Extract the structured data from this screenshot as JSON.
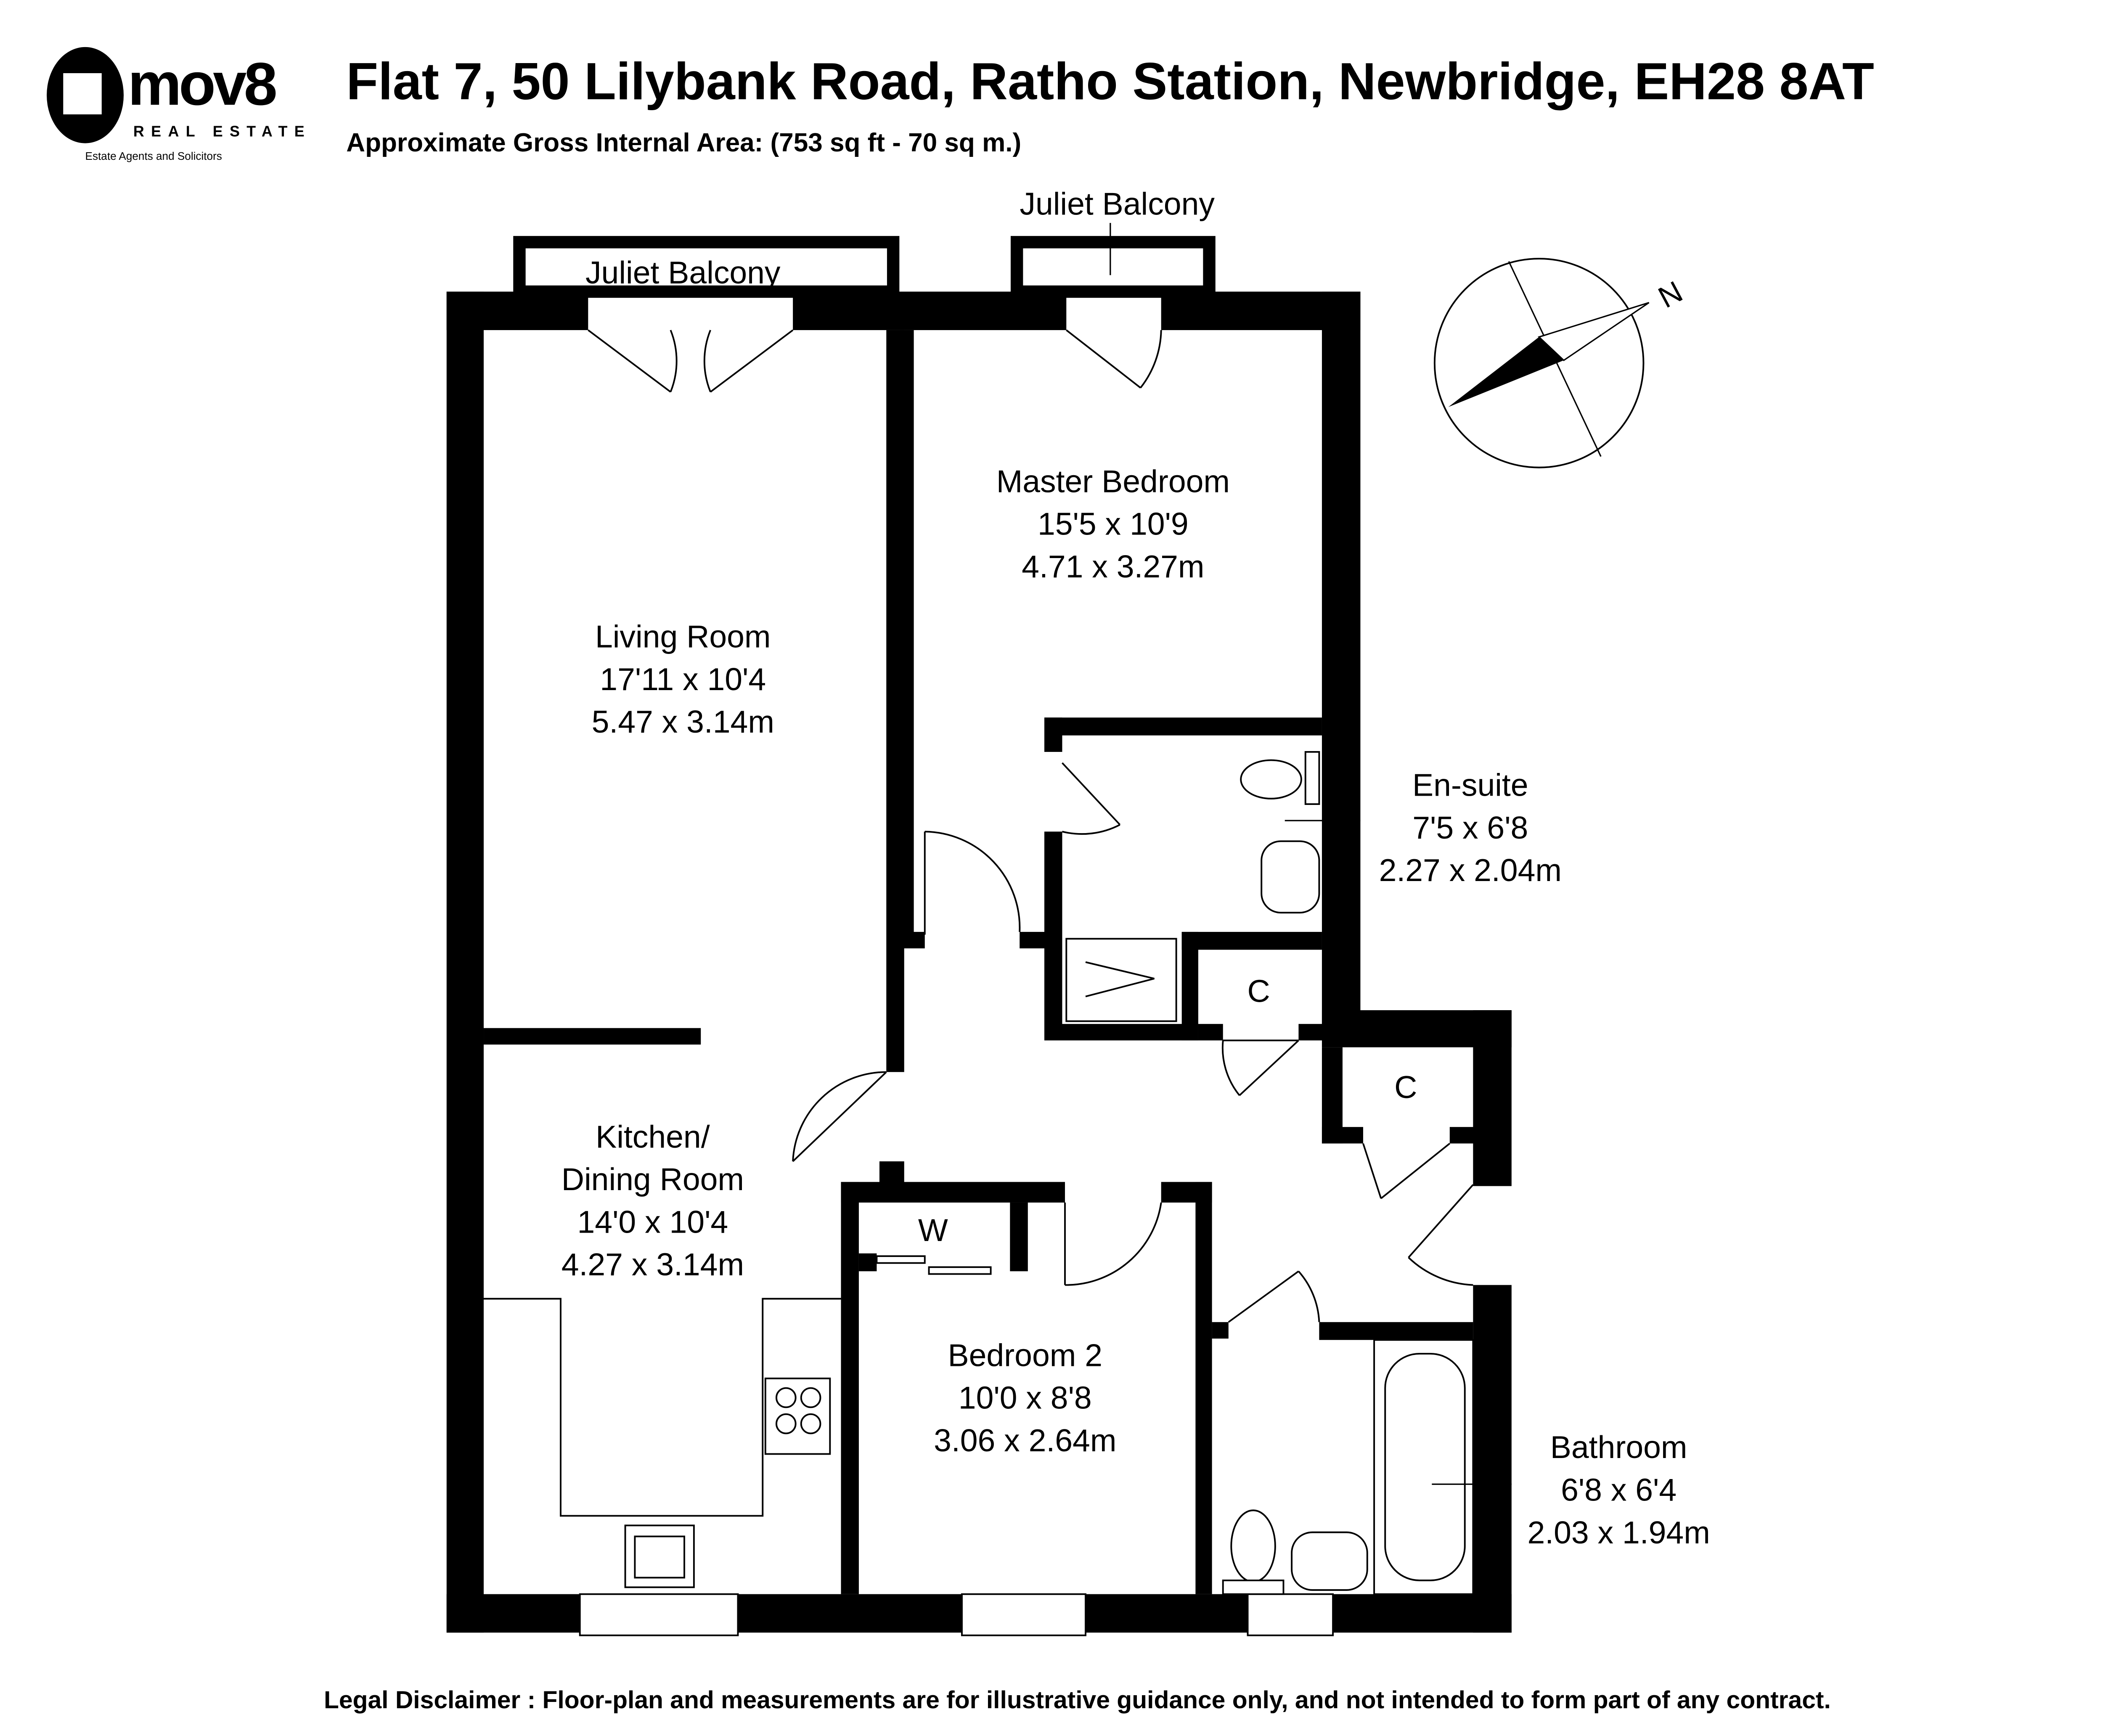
{
  "logo": {
    "brand": "mov8",
    "line1": "REAL ESTATE",
    "tagline": "Estate Agents and Solicitors"
  },
  "header": {
    "title": "Flat 7, 50 Lilybank Road, Ratho Station, Newbridge, EH28 8AT",
    "subtitle": "Approximate Gross Internal Area: (753 sq ft - 70 sq m.)"
  },
  "compass": {
    "label": "N"
  },
  "rooms": {
    "living": {
      "name": "Living Room",
      "imperial": "17'11 x 10'4",
      "metric": "5.47 x 3.14m"
    },
    "master": {
      "name": "Master Bedroom",
      "imperial": "15'5 x 10'9",
      "metric": "4.71 x 3.27m"
    },
    "ensuite": {
      "name": "En-suite",
      "imperial": "7'5 x 6'8",
      "metric": "2.27 x 2.04m"
    },
    "kitchen": {
      "name1": "Kitchen/",
      "name2": "Dining Room",
      "imperial": "14'0 x 10'4",
      "metric": "4.27 x 3.14m"
    },
    "bedroom2": {
      "name": "Bedroom 2",
      "imperial": "10'0 x 8'8",
      "metric": "3.06 x 2.64m"
    },
    "bathroom": {
      "name": "Bathroom",
      "imperial": "6'8 x 6'4",
      "metric": "2.03 x 1.94m"
    }
  },
  "labels": {
    "balcony_left": "Juliet Balcony",
    "balcony_right": "Juliet Balcony",
    "cupboard1": "C",
    "cupboard2": "C",
    "wardrobe": "W"
  },
  "footer": {
    "disclaimer": "Legal Disclaimer : Floor-plan and measurements are for illustrative guidance only, and not intended to form part of any contract."
  }
}
